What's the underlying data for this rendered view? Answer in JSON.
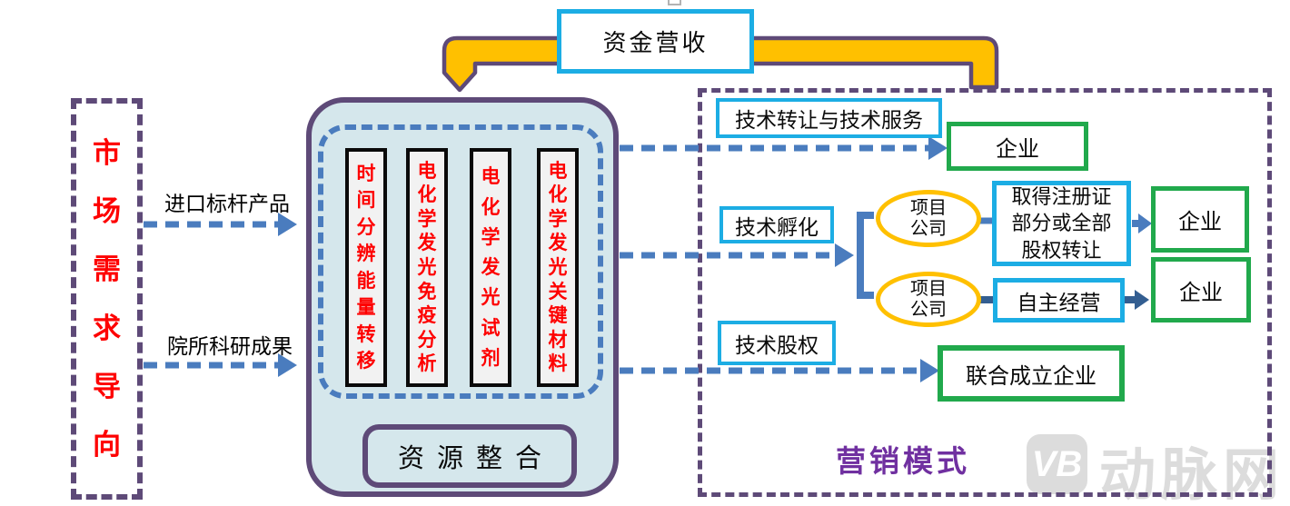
{
  "top": {
    "revenue_label": "资金营收"
  },
  "left_panel": {
    "title": "市场需求导向"
  },
  "flows_in": [
    {
      "label": "进口标杆产品"
    },
    {
      "label": "院所科研成果"
    }
  ],
  "center": {
    "columns": [
      "时间分辨能量转移",
      "电化学发光免疫分析",
      "电化学发光试剂",
      "电化学发光关键材料"
    ],
    "footer": "资源整合"
  },
  "right_panel": {
    "title": "营销模式",
    "row1": {
      "channel": "技术转让与技术服务",
      "target": "企业"
    },
    "row2": {
      "channel": "技术孵化",
      "branch1": {
        "entity": "项目\n公司",
        "method": "取得注册证\n部分或全部\n股权转让",
        "target": "企业"
      },
      "branch2": {
        "entity": "项目\n公司",
        "method": "自主经营",
        "target": "企业"
      }
    },
    "row3": {
      "channel": "技术股权",
      "target": "联合成立企业"
    }
  },
  "watermark": {
    "logo": "VB",
    "name": "动脉网"
  },
  "colors": {
    "purple_border": "#5e4a78",
    "steel_blue_arrow": "#4a7cbe",
    "navy_arrow": "#335e91",
    "cyan_border": "#1cade4",
    "green_border": "#21a94c",
    "gold_arrow": "#ffc000",
    "red_text": "#fe0000",
    "title_purple": "#7030a0",
    "center_fill": "#d5e7ec",
    "pillar_fill": "#f2f2f2",
    "watermark_gray": "#dcdcdc"
  }
}
